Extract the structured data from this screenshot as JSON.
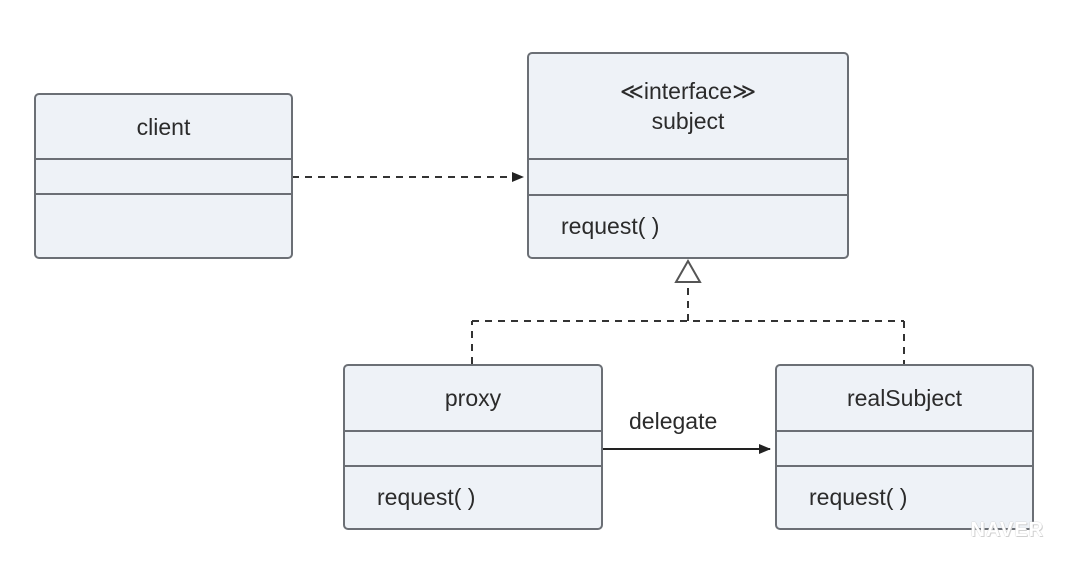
{
  "classes": {
    "client": {
      "name": "client",
      "methods": ""
    },
    "subject": {
      "stereotype": "≪interface≫",
      "name": "subject",
      "methods": "request( )"
    },
    "proxy": {
      "name": "proxy",
      "methods": "request( )"
    },
    "real_subject": {
      "name": "realSubject",
      "methods": "request( )"
    }
  },
  "relations": {
    "delegate_label": "delegate"
  },
  "watermark": "NAVER",
  "colors": {
    "box_fill": "#eef2f7",
    "box_border": "#6b6f75",
    "line": "#333333"
  }
}
